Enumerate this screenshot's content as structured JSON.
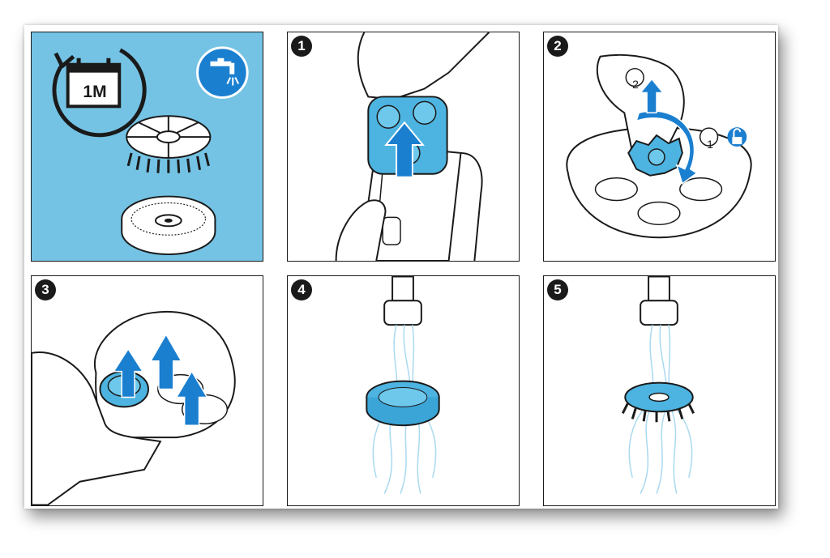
{
  "panels": [
    {
      "id": "overview",
      "calendar_label": "1M",
      "icons": [
        "refresh-cycle-icon",
        "calendar-icon",
        "water-tap-icon"
      ],
      "parts": [
        "retaining-ring",
        "cutter-holder"
      ]
    },
    {
      "id": "step-1",
      "number": "1"
    },
    {
      "id": "step-2",
      "number": "2",
      "sub_steps": [
        "1",
        "2"
      ],
      "icons": [
        "unlock-icon"
      ]
    },
    {
      "id": "step-3",
      "number": "3"
    },
    {
      "id": "step-4",
      "number": "4"
    },
    {
      "id": "step-5",
      "number": "5"
    }
  ],
  "colors": {
    "accent_blue": "#1b7fd0",
    "light_blue": "#74c3e4",
    "part_blue": "#4db3e0",
    "ink": "#1a1a1a"
  }
}
